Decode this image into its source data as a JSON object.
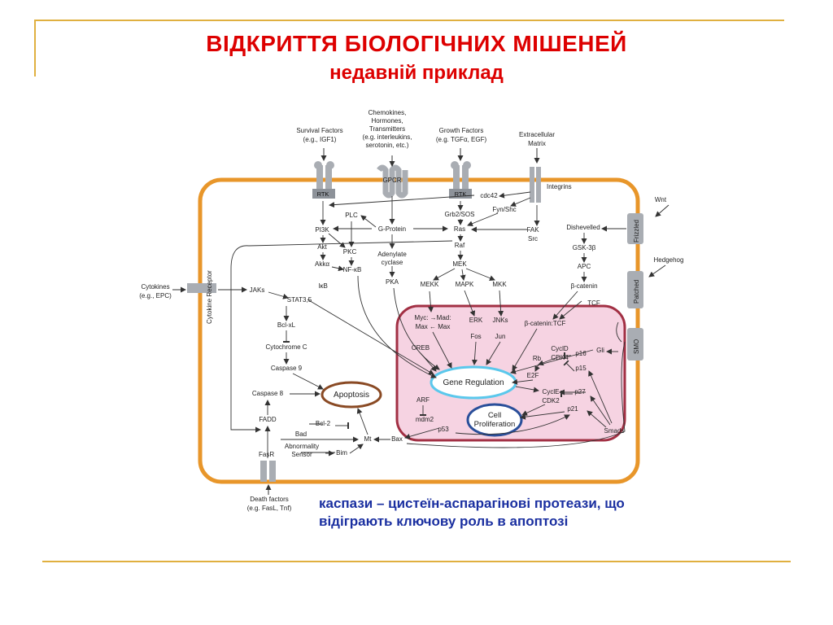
{
  "slide": {
    "title": "ВІДКРИТТЯ БІОЛОГІЧНИХ МІШЕНЕЙ",
    "subtitle": "недавній приклад",
    "caption_line1": "каспази – цистеїн-аспарагінові протеази, що",
    "caption_line2": "відіграють ключову роль в апоптозі"
  },
  "colors": {
    "title": "#dd0000",
    "caption": "#1a2fa0",
    "gold_rule": "#e0b040",
    "cell_membrane": "#e8962a",
    "nucleus_fill": "#f6d3e2",
    "nucleus_border": "#a23044",
    "gene_regulation": "#5bc8ec",
    "cell_proliferation": "#2a4f9a",
    "apoptosis": "#8a4a24",
    "receptor_gray": "#a9adb3"
  },
  "diagram": {
    "external": {
      "survival": [
        "Survival Factors",
        "(e.g., IGF1)"
      ],
      "chemokines": [
        "Chemokines,",
        "Hormones,",
        "Transmitters",
        "(e.g. interleukins,",
        "serotonin, etc.)"
      ],
      "growth": [
        "Growth Factors",
        "(e.g. TGFα, EGF)"
      ],
      "matrix": [
        "Extracellular",
        "Matrix"
      ],
      "wnt": "Wnt",
      "hedgehog": "Hedgehog",
      "cytokines": [
        "Cytokines",
        "(e.g., EPC)"
      ],
      "death": [
        "Death factors",
        "(e.g. FasL, Tnf)"
      ]
    },
    "receptors": {
      "rtk1": "RTK",
      "gpcr": "GPCR",
      "rtk2": "RTK",
      "integrins": "Integrins",
      "frizzled": "Frizzled",
      "patched": "Patched",
      "smo": "SMO",
      "cytokine_receptor": "Cytokine Receptor",
      "fasr": "FasR"
    },
    "nodes": {
      "cdc42": "cdc42",
      "fyn_shc": "Fyn/Shc",
      "fak": "FAK",
      "src": "Src",
      "plc": "PLC",
      "g_protein": "G-Protein",
      "grb2_sos": "Grb2/SOS",
      "ras": "Ras",
      "pi3k": "PI3K",
      "akt": "Akt",
      "akk": "Akkα",
      "pkc": "PKC",
      "nfkb": "NF-κB",
      "ikb": "IκB",
      "adenylate": [
        "Adenylate",
        "cyclase"
      ],
      "pka": "PKA",
      "raf": "Raf",
      "mek": "MEK",
      "mekk": "MEKK",
      "mapk": "MAPK",
      "mkk": "MKK",
      "dishevelled": "Dishevelled",
      "gsk3b": "GSK-3β",
      "apc": "APC",
      "b_catenin": "β-catenin",
      "tcf": "TCF",
      "jaks": "JAKs",
      "stat": "STAT3,5",
      "bclxl": "Bcl-xL",
      "cytc": "Cytochrome C",
      "casp9": "Caspase 9",
      "casp8": "Caspase 8",
      "fadd": "FADD",
      "bcl2": "Bcl-2",
      "bad": "Bad",
      "mt": "Mt",
      "abnormality": [
        "Abnormality",
        "Sensor"
      ],
      "bim": "Bim",
      "bax": "Bax",
      "smads": "Smads"
    },
    "nucleus": {
      "myc_mad": "Myc: →Mad:",
      "max_max": "Max ← Max",
      "erk": "ERK",
      "fos": "Fos",
      "jnks": "JNKs",
      "jun": "Jun",
      "bcat_tcf": "β-catenin:TCF",
      "creb": "CREB",
      "cycd": "CyclD",
      "cdk4": "CDK4",
      "p16": "p16",
      "rb": "Rb",
      "p15": "p15",
      "e2f": "E2F",
      "gli": "Gli",
      "cycle": "CyclE",
      "p27": "p27",
      "cdk2": "CDK2",
      "p21": "p21",
      "arf": "ARF",
      "mdm2": "mdm2",
      "p53": "p53"
    },
    "outcomes": {
      "gene_regulation": "Gene Regulation",
      "apoptosis": "Apoptosis",
      "proliferation_1": "Cell",
      "proliferation_2": "Proliferation"
    }
  }
}
